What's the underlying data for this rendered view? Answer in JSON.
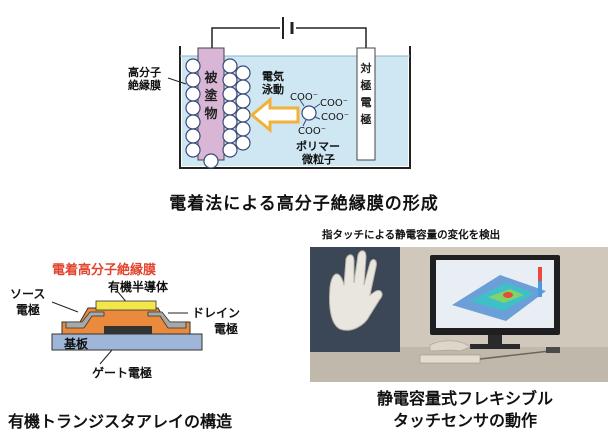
{
  "electrodeposition": {
    "caption": "電着法による高分子絶縁膜の形成",
    "film_label_line1": "高分子",
    "film_label_line2": "絶縁膜",
    "substrate_chars": [
      "被",
      "塗",
      "物"
    ],
    "counter_chars": [
      "対",
      "極",
      "電",
      "極"
    ],
    "electrophoresis_line1": "電気",
    "electrophoresis_line2": "泳動",
    "coo_labels": [
      "COO⁻",
      "COO⁻",
      "COO⁻",
      "COO⁻"
    ],
    "polymer_line1": "ポリマー",
    "polymer_line2": "微粒子"
  },
  "transistor": {
    "caption": "有機トランジスタアレイの構造",
    "dielectric_label": "電着高分子絶縁膜",
    "semiconductor_label": "有機半導体",
    "source_line1": "ソース",
    "source_line2": "電極",
    "drain_line1": "ドレイン",
    "drain_line2": "電極",
    "substrate_label": "基板",
    "gate_label": "ゲート電極",
    "colors": {
      "dielectric": "#e98a3c",
      "semiconductor": "#f3e64a",
      "substrate": "#9fb6d8",
      "gate": "#333333",
      "electrode": "#a8a8a8"
    }
  },
  "sensor": {
    "photo_label": "指タッチによる静電容量の変化を検出",
    "caption_line1": "静電容量式フレキシブル",
    "caption_line2": "タッチセンサの動作"
  }
}
